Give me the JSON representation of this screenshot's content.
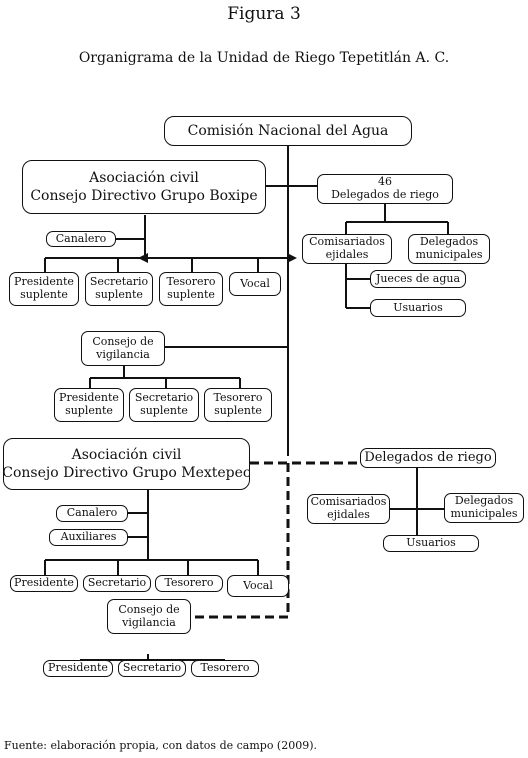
{
  "figure": {
    "title": "Figura 3",
    "subtitle": "Organigrama de la Unidad de Riego Tepetitlán A. C.",
    "source": "Fuente: elaboración propia, con datos de campo (2009)."
  },
  "nodes": {
    "conagua": [
      "Comisión Nacional del Agua"
    ],
    "boxipe": [
      "Asociación civil",
      "Consejo Directivo Grupo Boxipe"
    ],
    "delegados_riego_top": [
      "46",
      "Delegados de riego"
    ],
    "canalero_boxipe": [
      "Canalero"
    ],
    "presidente_suplente_1": [
      "Presidente",
      "suplente"
    ],
    "secretario_suplente_1": [
      "Secretario",
      "suplente"
    ],
    "tesorero_suplente_1": [
      "Tesorero",
      "suplente"
    ],
    "vocal_1": [
      "Vocal"
    ],
    "comisariados_top": [
      "Comisariados",
      "ejidales"
    ],
    "delegados_municipales_top": [
      "Delegados",
      "municipales"
    ],
    "jueces_agua": [
      "Jueces de agua"
    ],
    "usuarios_top": [
      "Usuarios"
    ],
    "consejo_vigilancia_1": [
      "Consejo de",
      "vigilancia"
    ],
    "presidente_suplente_2": [
      "Presidente",
      "suplente"
    ],
    "secretario_suplente_2": [
      "Secretario",
      "suplente"
    ],
    "tesorero_suplente_2": [
      "Tesorero",
      "suplente"
    ],
    "mextepec": [
      "Asociación civil",
      "Consejo Directivo Grupo Mextepec"
    ],
    "delegados_riego_bottom": [
      "Delegados de riego"
    ],
    "canalero_mextepec": [
      "Canalero"
    ],
    "auxiliares": [
      "Auxiliares"
    ],
    "comisariados_bottom": [
      "Comisariados",
      "ejidales"
    ],
    "delegados_municipales_bottom": [
      "Delegados",
      "municipales"
    ],
    "usuarios_bottom": [
      "Usuarios"
    ],
    "presidente_3": [
      "Presidente"
    ],
    "secretario_3": [
      "Secretario"
    ],
    "tesorero_3": [
      "Tesorero"
    ],
    "vocal_3": [
      "Vocal"
    ],
    "consejo_vigilancia_2": [
      "Consejo de",
      "vigilancia"
    ],
    "presidente_4": [
      "Presidente"
    ],
    "secretario_4": [
      "Secretario"
    ],
    "tesorero_4": [
      "Tesorero"
    ]
  }
}
